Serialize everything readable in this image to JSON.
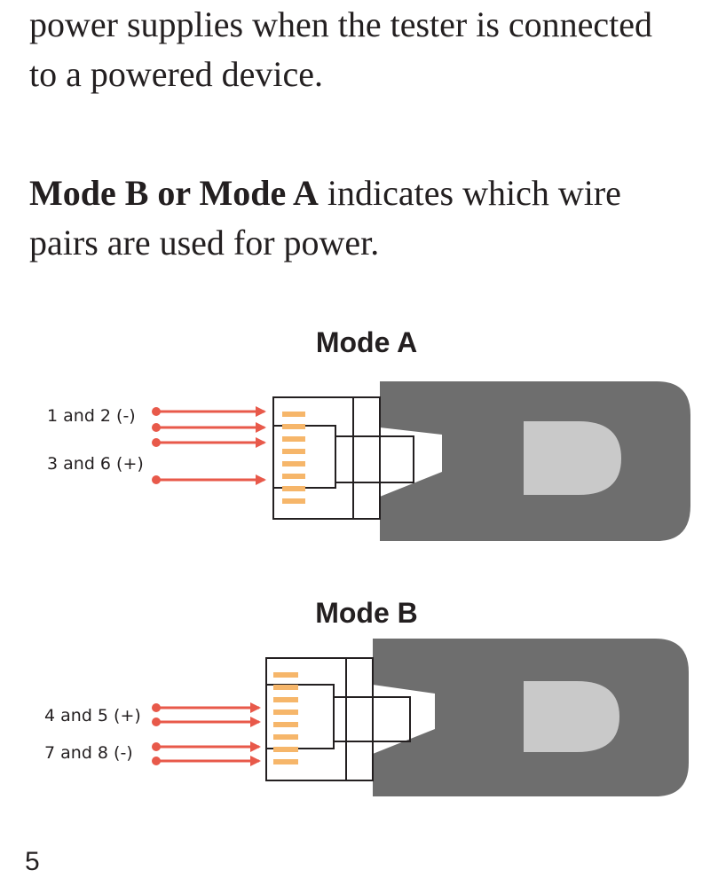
{
  "intro_text": "power supplies when the tester is connected to a powered device.",
  "intro_lines": [
    "power supplies when the tester is connected",
    "to a powered device."
  ],
  "modes_text": {
    "bold": "Mode B or Mode A",
    "line1_rest": " indicates which wire",
    "line2": "pairs are used for power."
  },
  "mode_a": {
    "title": "Mode A",
    "labels": [
      "1 and 2 (-)",
      "3 and 6 (+)"
    ]
  },
  "mode_b": {
    "title": "Mode B",
    "labels": [
      "4 and 5 (+)",
      "7 and 8 (-)"
    ]
  },
  "page_number": "5",
  "colors": {
    "arrow": "#e8594a",
    "pin": "#f6b66a",
    "plug_body": "#6e6e6e",
    "tab": "#c9c9c9",
    "outline": "#231f20"
  }
}
